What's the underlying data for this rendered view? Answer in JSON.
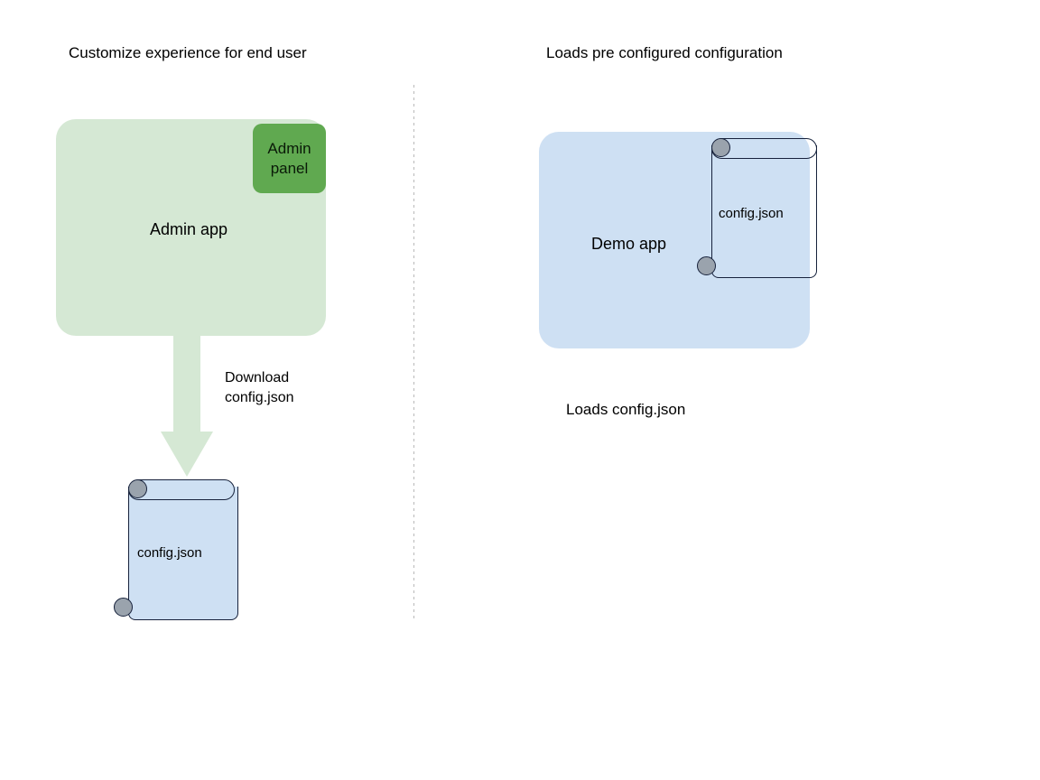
{
  "diagram": {
    "columns": [
      {
        "title": "Customize experience for end user",
        "app_label": "Admin app",
        "badge_label": "Admin\npanel",
        "arrow_label": "Download\nconfig.json",
        "document_label": "config.json"
      },
      {
        "title": "Loads pre configured configuration",
        "app_label": "Demo app",
        "document_label": "config.json",
        "caption": "Loads config.json"
      }
    ],
    "colors": {
      "admin_app_fill": "#d5e8d4",
      "admin_panel_fill": "#60a950",
      "demo_app_fill": "#cee0f3",
      "document_fill": "#cee0f3",
      "document_stroke": "#17223c",
      "knob_fill": "#9aa3ad",
      "arrow_fill": "#d5e8d4",
      "divider": "#b9b9b9",
      "background": "#ffffff"
    },
    "icons": {
      "arrow": "down-block-arrow-icon",
      "document": "scroll-document-icon",
      "divider": "vertical-dotted-divider-icon"
    }
  }
}
